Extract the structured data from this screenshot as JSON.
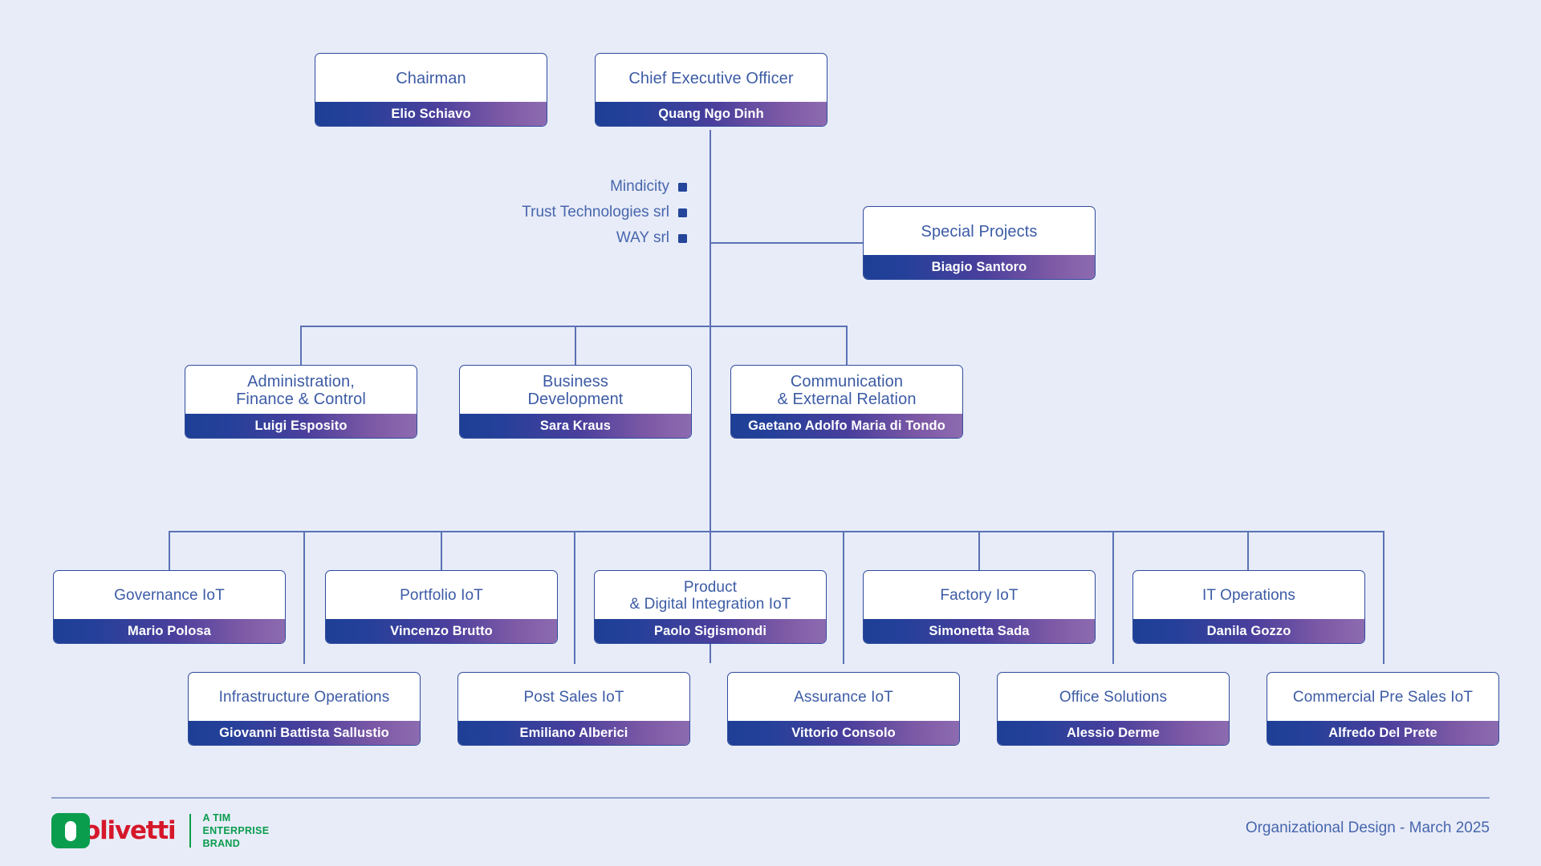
{
  "theme": {
    "background": "#e8ecf8",
    "box_border": "#2f4b9b",
    "title_text": "#3c5ba5",
    "line": "#5a72b5",
    "bar_gradient_start": "#1e3f96",
    "bar_gradient_end": "#8d6bb0",
    "logo_green": "#0a9d4e",
    "logo_red": "#d6172a",
    "bullet": "#24459a"
  },
  "top": {
    "chairman": {
      "title": "Chairman",
      "name": "Elio Schiavo"
    },
    "ceo": {
      "title": "Chief  Executive Officer",
      "name": "Quang Ngo Dinh"
    }
  },
  "subsidiaries": [
    {
      "label": "Mindicity"
    },
    {
      "label": "Trust Technologies srl"
    },
    {
      "label": "WAY srl"
    }
  ],
  "special_projects": {
    "title": "Special Projects",
    "name": "Biagio Santoro"
  },
  "staff": [
    {
      "title": "Administration,\n Finance & Control",
      "name": "Luigi Esposito"
    },
    {
      "title": "Business\nDevelopment",
      "name": "Sara Kraus"
    },
    {
      "title": "Communication\n& External Relation",
      "name": "Gaetano Adolfo Maria di Tondo"
    }
  ],
  "units_upper": [
    {
      "title": "Governance IoT",
      "name": "Mario Polosa"
    },
    {
      "title": "Portfolio IoT",
      "name": "Vincenzo Brutto"
    },
    {
      "title": "Product\n& Digital Integration IoT",
      "name": "Paolo Sigismondi"
    },
    {
      "title": "Factory IoT",
      "name": "Simonetta Sada"
    },
    {
      "title": "IT Operations",
      "name": "Danila Gozzo"
    }
  ],
  "units_lower": [
    {
      "title": "Infrastructure Operations",
      "name": "Giovanni Battista Sallustio"
    },
    {
      "title": "Post Sales IoT",
      "name": "Emiliano Alberici"
    },
    {
      "title": "Assurance IoT",
      "name": "Vittorio Consolo"
    },
    {
      "title": "Office Solutions",
      "name": "Alessio Derme"
    },
    {
      "title": "Commercial Pre Sales IoT",
      "name": "Alfredo Del Prete"
    }
  ],
  "footer": {
    "note": "Organizational Design - March 2025",
    "logo_word": "olivetti",
    "logo_tagline": "A TIM\nENTERPRISE\nBRAND"
  }
}
